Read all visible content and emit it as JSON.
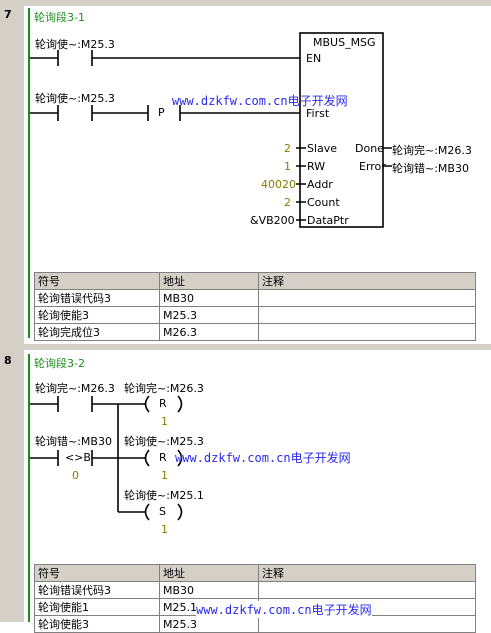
{
  "network7": {
    "number": "7",
    "title": "轮询段3-1",
    "contact1_label": "轮询使~:M25.3",
    "contact2_label": "轮询使~:M25.3",
    "p_contact": "P",
    "block": {
      "name": "MBUS_MSG",
      "in_en": "EN",
      "in_first": "First",
      "in_slave": "Slave",
      "in_rw": "RW",
      "in_addr": "Addr",
      "in_count": "Count",
      "in_dataptr": "DataPtr",
      "out_done": "Done",
      "out_error": "Error",
      "val_slave": "2",
      "val_rw": "1",
      "val_addr": "40020",
      "val_count": "2",
      "val_dataptr": "&VB200",
      "done_target": "轮询完~:M26.3",
      "error_target": "轮询错~:MB30"
    },
    "table": {
      "headers": [
        "符号",
        "地址",
        "注释"
      ],
      "rows": [
        [
          "轮询错误代码3",
          "MB30",
          ""
        ],
        [
          "轮询使能3",
          "M25.3",
          ""
        ],
        [
          "轮询完成位3",
          "M26.3",
          ""
        ]
      ]
    }
  },
  "network8": {
    "number": "8",
    "title": "轮询段3-2",
    "contact1_label": "轮询完~:M26.3",
    "contact2_label": "轮询错~:MB30",
    "compare_op": "<>B",
    "compare_value": "0",
    "coil1": {
      "label": "轮询完~:M26.3",
      "op": "R",
      "n": "1"
    },
    "coil2": {
      "label": "轮询使~:M25.3",
      "op": "R",
      "n": "1"
    },
    "coil3": {
      "label": "轮询使~:M25.1",
      "op": "S",
      "n": "1"
    },
    "table": {
      "headers": [
        "符号",
        "地址",
        "注释"
      ],
      "rows": [
        [
          "轮询错误代码3",
          "MB30",
          ""
        ],
        [
          "轮询使能1",
          "M25.1",
          ""
        ],
        [
          "轮询使能3",
          "M25.3",
          ""
        ]
      ]
    }
  },
  "watermark": {
    "url": "www.dzkfw.com.cn",
    "text": "电子开发网"
  },
  "colors": {
    "rung": "#000000",
    "title": "#1e8c1e",
    "param": "#8b7d00",
    "watermark": "#2a2aee"
  }
}
